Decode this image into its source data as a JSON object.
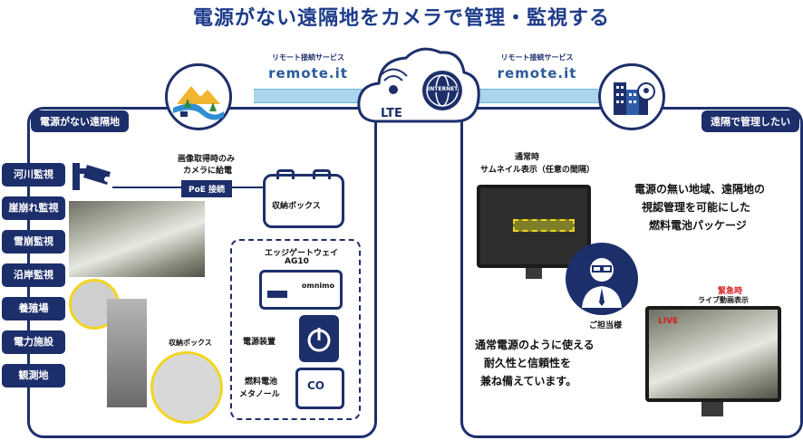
{
  "title": "電源がない遠隔地をカメラで管理・監視する",
  "connection": {
    "left_service_label": "リモート接続サービス",
    "right_service_label": "リモート接続サービス",
    "left_logo": "remote.it",
    "right_logo": "remote.it",
    "cloud_label": "LTE",
    "globe_label": "INTERNET"
  },
  "left_panel": {
    "tag": "電源がない遠隔地",
    "side_buttons": [
      "河川監視",
      "崖崩れ監視",
      "雪崩監視",
      "沿岸監視",
      "養殖場",
      "電力施設",
      "観測地"
    ],
    "camera_power_note": [
      "画像取得時のみ",
      "カメラに給電"
    ],
    "poe_label": "PoE 接続",
    "storage_box_label": "収納ボックス",
    "gateway_label": [
      "エッジゲートウェイ",
      "AG10"
    ],
    "gateway_brand": "omnimo",
    "power_device_label": "電源装置",
    "fuel_cell_label": [
      "燃料電池",
      "メタノール"
    ],
    "photo_box_label": "収納ボックス",
    "fuel_cell_symbol": "CO"
  },
  "right_panel": {
    "tag": "遠隔で管理したい",
    "normal_title": "通常時",
    "normal_desc": "サムネイル表示（任意の間隔）",
    "feature_text": [
      "電源の無い地域、遠隔地の",
      "視認管理を可能にした",
      "燃料電池パッケージ"
    ],
    "person_label": "ご担当様",
    "emergency_title": "緊急時",
    "emergency_desc": "ライブ動画表示",
    "live_badge": "LIVE",
    "benefit_text": [
      "通常電源のように使える",
      "耐久性と信頼性を",
      "兼ね備えています。"
    ]
  },
  "colors": {
    "navy": "#1d2f6b",
    "band": "#a9d6ee",
    "accent_red": "#d61e1e",
    "title_blue": "#1d3b8a",
    "highlight_yellow": "#f2d51f"
  },
  "icons": [
    "mountain-river-icon",
    "cloud-lte-icon",
    "globe-icon",
    "building-pin-icon",
    "camera-icon",
    "person-icon",
    "power-icon"
  ]
}
